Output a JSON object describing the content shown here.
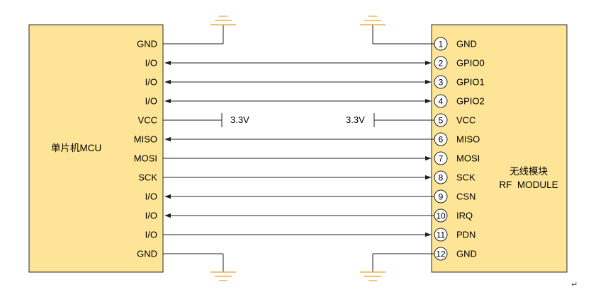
{
  "colors": {
    "block_fill": "#fde497",
    "ground_symbol": "#e8b04a",
    "line": "#222222"
  },
  "mcu": {
    "label": "单片机MCU",
    "pins": [
      "GND",
      "I/O",
      "I/O",
      "I/O",
      "VCC",
      "MISO",
      "MOSI",
      "SCK",
      "I/O",
      "I/O",
      "I/O",
      "GND"
    ]
  },
  "rf": {
    "label_line1": "无线模块",
    "label_line2": "RF  MODULE",
    "pins": [
      {
        "num": "1",
        "name": "GND"
      },
      {
        "num": "2",
        "name": "GPIO0"
      },
      {
        "num": "3",
        "name": "GPIO1"
      },
      {
        "num": "4",
        "name": "GPIO2"
      },
      {
        "num": "5",
        "name": "VCC"
      },
      {
        "num": "6",
        "name": "MISO"
      },
      {
        "num": "7",
        "name": "MOSI"
      },
      {
        "num": "8",
        "name": "SCK"
      },
      {
        "num": "9",
        "name": "CSN"
      },
      {
        "num": "10",
        "name": "IRQ"
      },
      {
        "num": "11",
        "name": "PDN"
      },
      {
        "num": "12",
        "name": "GND"
      }
    ]
  },
  "power": {
    "mcu_side_label": "3.3V",
    "rf_side_label": "3.3V"
  },
  "connections": [
    {
      "type": "ground"
    },
    {
      "type": "bidirectional"
    },
    {
      "type": "bidirectional"
    },
    {
      "type": "bidirectional"
    },
    {
      "type": "power"
    },
    {
      "type": "to_mcu"
    },
    {
      "type": "to_rf"
    },
    {
      "type": "to_rf"
    },
    {
      "type": "to_mcu"
    },
    {
      "type": "to_mcu"
    },
    {
      "type": "to_rf"
    },
    {
      "type": "ground"
    }
  ],
  "paragraph_mark": "↵"
}
